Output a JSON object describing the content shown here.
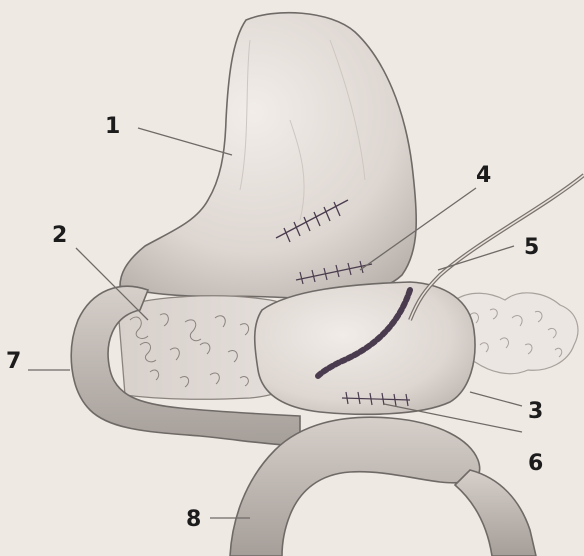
{
  "figure": {
    "labels": [
      "1",
      "2",
      "3",
      "4",
      "5",
      "6",
      "7",
      "8"
    ]
  },
  "colors": {
    "paper": "#efe9e4",
    "pencil": "#6f6a66",
    "shade": "#b8b1ab",
    "ink": "#1c1c1c",
    "stitch": "#4a3c4e"
  }
}
